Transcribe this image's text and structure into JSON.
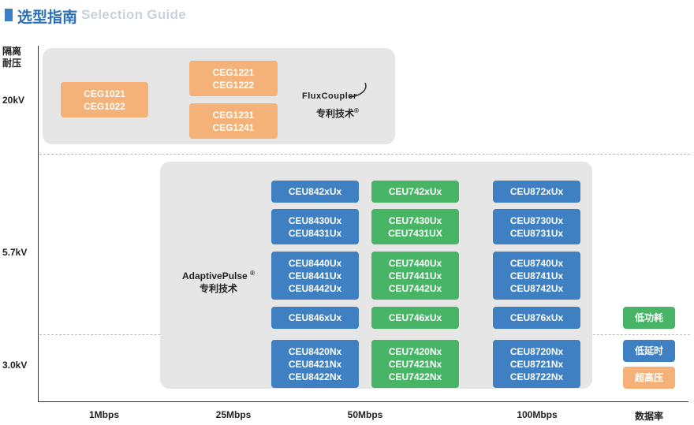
{
  "header": {
    "title_cn": "选型指南",
    "title_en": "Selection Guide"
  },
  "y_axis": {
    "label_line1": "隔离",
    "label_line2": "耐压",
    "ticks": [
      "20kV",
      "5.7kV",
      "3.0kV"
    ]
  },
  "x_axis": {
    "ticks": [
      "1Mbps",
      "25Mbps",
      "50Mbps",
      "100Mbps"
    ],
    "label": "数据率"
  },
  "fluxcoupler": {
    "brand": "FluxCoupler",
    "patent": "专利技术",
    "mark": "®"
  },
  "adaptivepulse": {
    "brand": "AdaptivePulse",
    "mark": "®",
    "patent": "专利技术"
  },
  "ceg_products": [
    {
      "lines": [
        "CEG1021",
        "CEG1022"
      ]
    },
    {
      "lines": [
        "CEG1221",
        "CEG1222"
      ]
    },
    {
      "lines": [
        "CEG1231",
        "CEG1241"
      ]
    }
  ],
  "ceu_columns": [
    {
      "color": "#3f80c2",
      "items": [
        {
          "lines": [
            "CEU842xUx"
          ]
        },
        {
          "lines": [
            "CEU8430Ux",
            "CEU8431Ux"
          ]
        },
        {
          "lines": [
            "CEU8440Ux",
            "CEU8441Ux",
            "CEU8442Ux"
          ]
        },
        {
          "lines": [
            "CEU846xUx"
          ]
        },
        {
          "lines": [
            "CEU8420Nx",
            "CEU8421Nx",
            "CEU8422Nx"
          ]
        }
      ]
    },
    {
      "color": "#47b565",
      "items": [
        {
          "lines": [
            "CEU742xUx"
          ]
        },
        {
          "lines": [
            "CEU7430Ux",
            "CEU7431UX"
          ]
        },
        {
          "lines": [
            "CEU7440Ux",
            "CEU7441Ux",
            "CEU7442Ux"
          ]
        },
        {
          "lines": [
            "CEU746xUx"
          ]
        },
        {
          "lines": [
            "CEU7420Nx",
            "CEU7421Nx",
            "CEU7422Nx"
          ]
        }
      ]
    },
    {
      "color": "#3f80c2",
      "items": [
        {
          "lines": [
            "CEU872xUx"
          ]
        },
        {
          "lines": [
            "CEU8730Ux",
            "CEU8731Ux"
          ]
        },
        {
          "lines": [
            "CEU8740Ux",
            "CEU8741Ux",
            "CEU8742Ux"
          ]
        },
        {
          "lines": [
            "CEU876xUx"
          ]
        },
        {
          "lines": [
            "CEU8720Nx",
            "CEU8721Nx",
            "CEU8722Nx"
          ]
        }
      ]
    }
  ],
  "legend": [
    {
      "label": "低功耗",
      "color": "#47b565"
    },
    {
      "label": "低延时",
      "color": "#3f80c2"
    },
    {
      "label": "超高压",
      "color": "#f4b278"
    }
  ]
}
